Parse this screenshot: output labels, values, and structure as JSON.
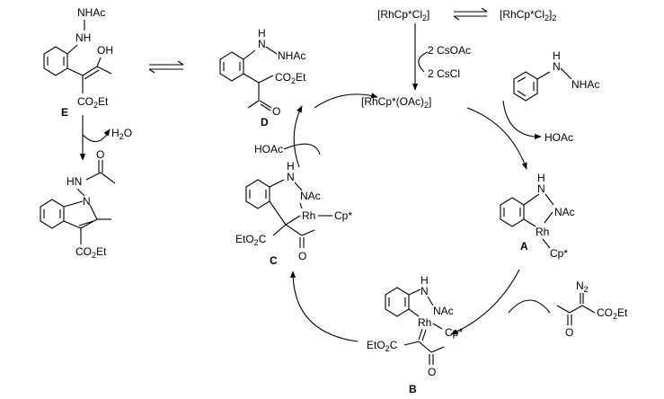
{
  "catalyst": {
    "monomer": "[RhCp*Cl",
    "monomer_sub": "2",
    "monomer_close": "]",
    "dimer": "[RhCp*Cl",
    "dimer_sub": "2",
    "dimer_close": "]",
    "dimer_sub2": "2",
    "reagent_in": "2 CsOAc",
    "reagent_out": "2 CsCl",
    "active": "[RhCp*(OAc)",
    "active_sub": "2",
    "active_close": "]"
  },
  "substrate": {
    "nh": "N",
    "h": "H",
    "nhac": "NHAc"
  },
  "byproducts": {
    "hoac_right": "HOAc",
    "hoac_left": "HOAc",
    "water": "H",
    "water_sub": "2",
    "water_o": "O"
  },
  "intermediate_a": {
    "label": "A",
    "n_top": "N",
    "h_top": "H",
    "nac": "NAc",
    "rh": "Rh",
    "cp": "Cp*"
  },
  "intermediate_b": {
    "label": "B",
    "h": "H",
    "n": "N",
    "nac": "NAc",
    "rh": "Rh",
    "cp": "Cp*",
    "ester": "EtO",
    "ester_sub": "2",
    "ester_c": "C",
    "o": "O"
  },
  "intermediate_c": {
    "label": "C",
    "h": "H",
    "n": "N",
    "nac": "NAc",
    "rh": "Rh",
    "cp": "Cp*",
    "ester": "EtO",
    "ester_sub": "2",
    "ester_c": "C",
    "o": "O"
  },
  "compound_d": {
    "label": "D",
    "h": "H",
    "n": "N",
    "nhac": "NHAc",
    "ester": "CO",
    "ester_sub": "2",
    "ester_et": "Et",
    "o": "O"
  },
  "compound_e": {
    "label": "E",
    "nhac": "NHAc",
    "nh": "NH",
    "oh": "OH",
    "ester": "CO",
    "ester_sub": "2",
    "ester_et": "Et"
  },
  "diazo": {
    "n2": "N",
    "n2_sub": "2",
    "ester": "CO",
    "ester_sub": "2",
    "ester_et": "Et",
    "o": "O"
  },
  "product": {
    "hn": "HN",
    "n": "N",
    "o": "O",
    "ester": "CO",
    "ester_sub": "2",
    "ester_et": "Et"
  }
}
